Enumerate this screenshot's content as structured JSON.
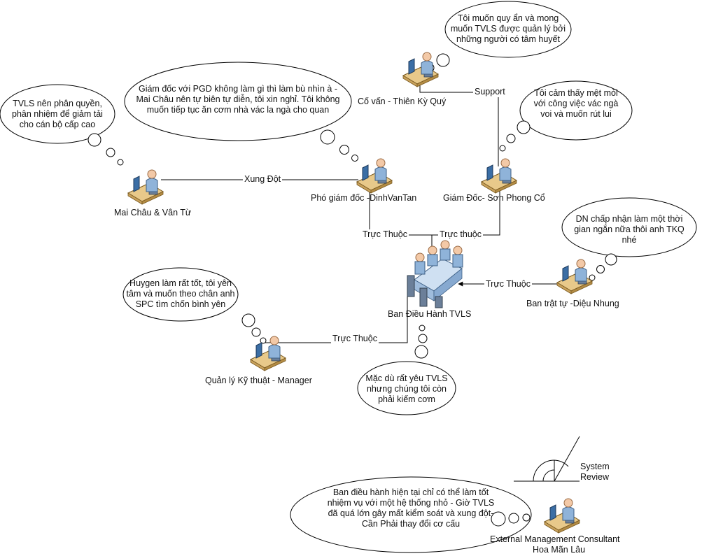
{
  "nodes": {
    "co_van": "Cố vấn - Thiên Kỳ Quý",
    "mai_chau": "Mai Châu & Vân Từ",
    "pho_giam_doc": "Phó giám đốc -DinhVanTan",
    "giam_doc": "Giám Đốc- Sơn Phong Cổ",
    "ban_dieu_hanh": "Ban Điều Hành TVLS",
    "ban_trat_tu": "Ban trật tự -Diệu Nhung",
    "quan_ly": "Quản lý Kỹ thuật - Manager",
    "consultant_line1": "External Management Consultant",
    "consultant_line2": "Hoa Mãn Lâu",
    "system_review": "System\nReview"
  },
  "edges": {
    "support": "Support",
    "xung_dot": "Xung Đột",
    "truc_thuoc_left": "Trực Thuộc",
    "truc_thuoc_right": "Trực thuộc",
    "truc_thuoc_ban_trat_tu": "Trực Thuộc",
    "truc_thuoc_quan_ly": "Trực Thuộc"
  },
  "bubbles": {
    "co_van": "Tôi muốn quy ẩn và mong\nmuốn TVLS được quản lý bởi\nnhững người có tâm huyết",
    "pho_giam_doc": "Giám đốc với PGD không làm gì thì làm bù nhìn à -\nMai Châu nên tự biên tự diễn, tôi xin nghỉ. Tôi không\nmuốn tiếp tục ăn cơm nhà vác la ngà cho quan",
    "mai_chau": "TVLS nên phân quyền,\nphân nhiệm để giảm tải\ncho cán bộ cấp cao",
    "giam_doc": "Tôi cảm thấy mệt mỏi\nvới công việc vác ngà\nvoi và muốn rút lui",
    "ban_trat_tu": "DN chấp nhận làm một thời\ngian ngắn nữa thôi anh TKQ\nnhé",
    "quan_ly": "Huygen làm rất tốt, tôi yên\ntâm và muốn theo chân anh\nSPC tìm chốn bình yên",
    "staff": "Mặc dù rất yêu TVLS\nnhưng chúng tôi còn\nphải kiếm cơm",
    "consultant": "Ban điều hành hiện tại chỉ có thể làm tốt\nnhiệm vụ với một hệ thống nhỏ - Giờ TVLS\nđã quá lớn gây mất kiểm soát và xung đột-\nCần Phải thay đổi cơ cấu"
  },
  "icons": [
    "person-at-desk-icon",
    "meeting-table-icon",
    "system-review-icon"
  ]
}
